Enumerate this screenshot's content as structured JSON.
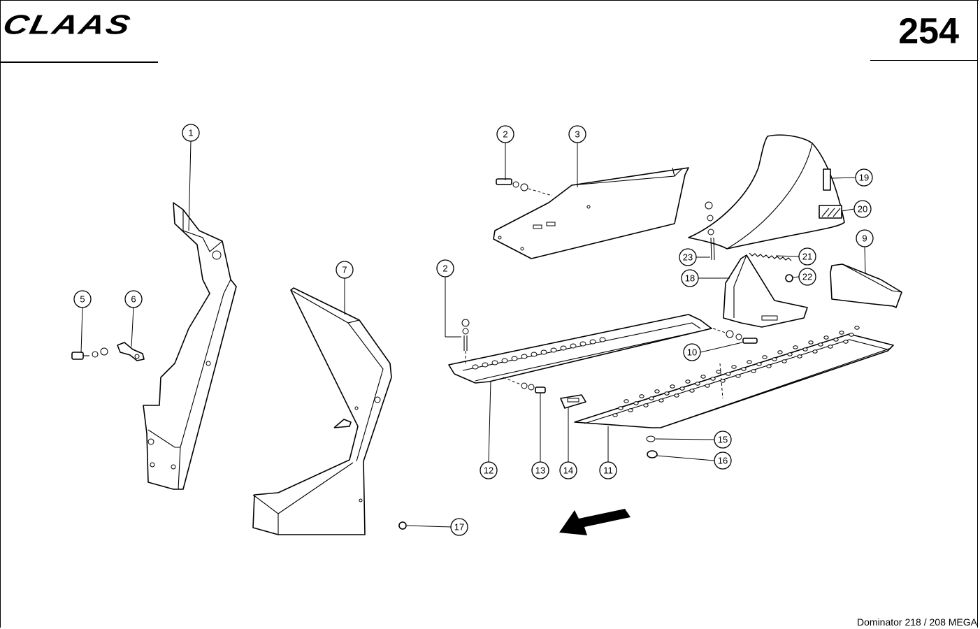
{
  "header": {
    "brand": "CLAAS",
    "page_number": "254"
  },
  "footer": {
    "model": "Dominator 218 / 208 MEGA"
  },
  "callouts": [
    "1",
    "2",
    "3",
    "5",
    "6",
    "7",
    "2",
    "9",
    "10",
    "11",
    "12",
    "13",
    "14",
    "15",
    "16",
    "17",
    "18",
    "19",
    "20",
    "21",
    "22",
    "23"
  ]
}
